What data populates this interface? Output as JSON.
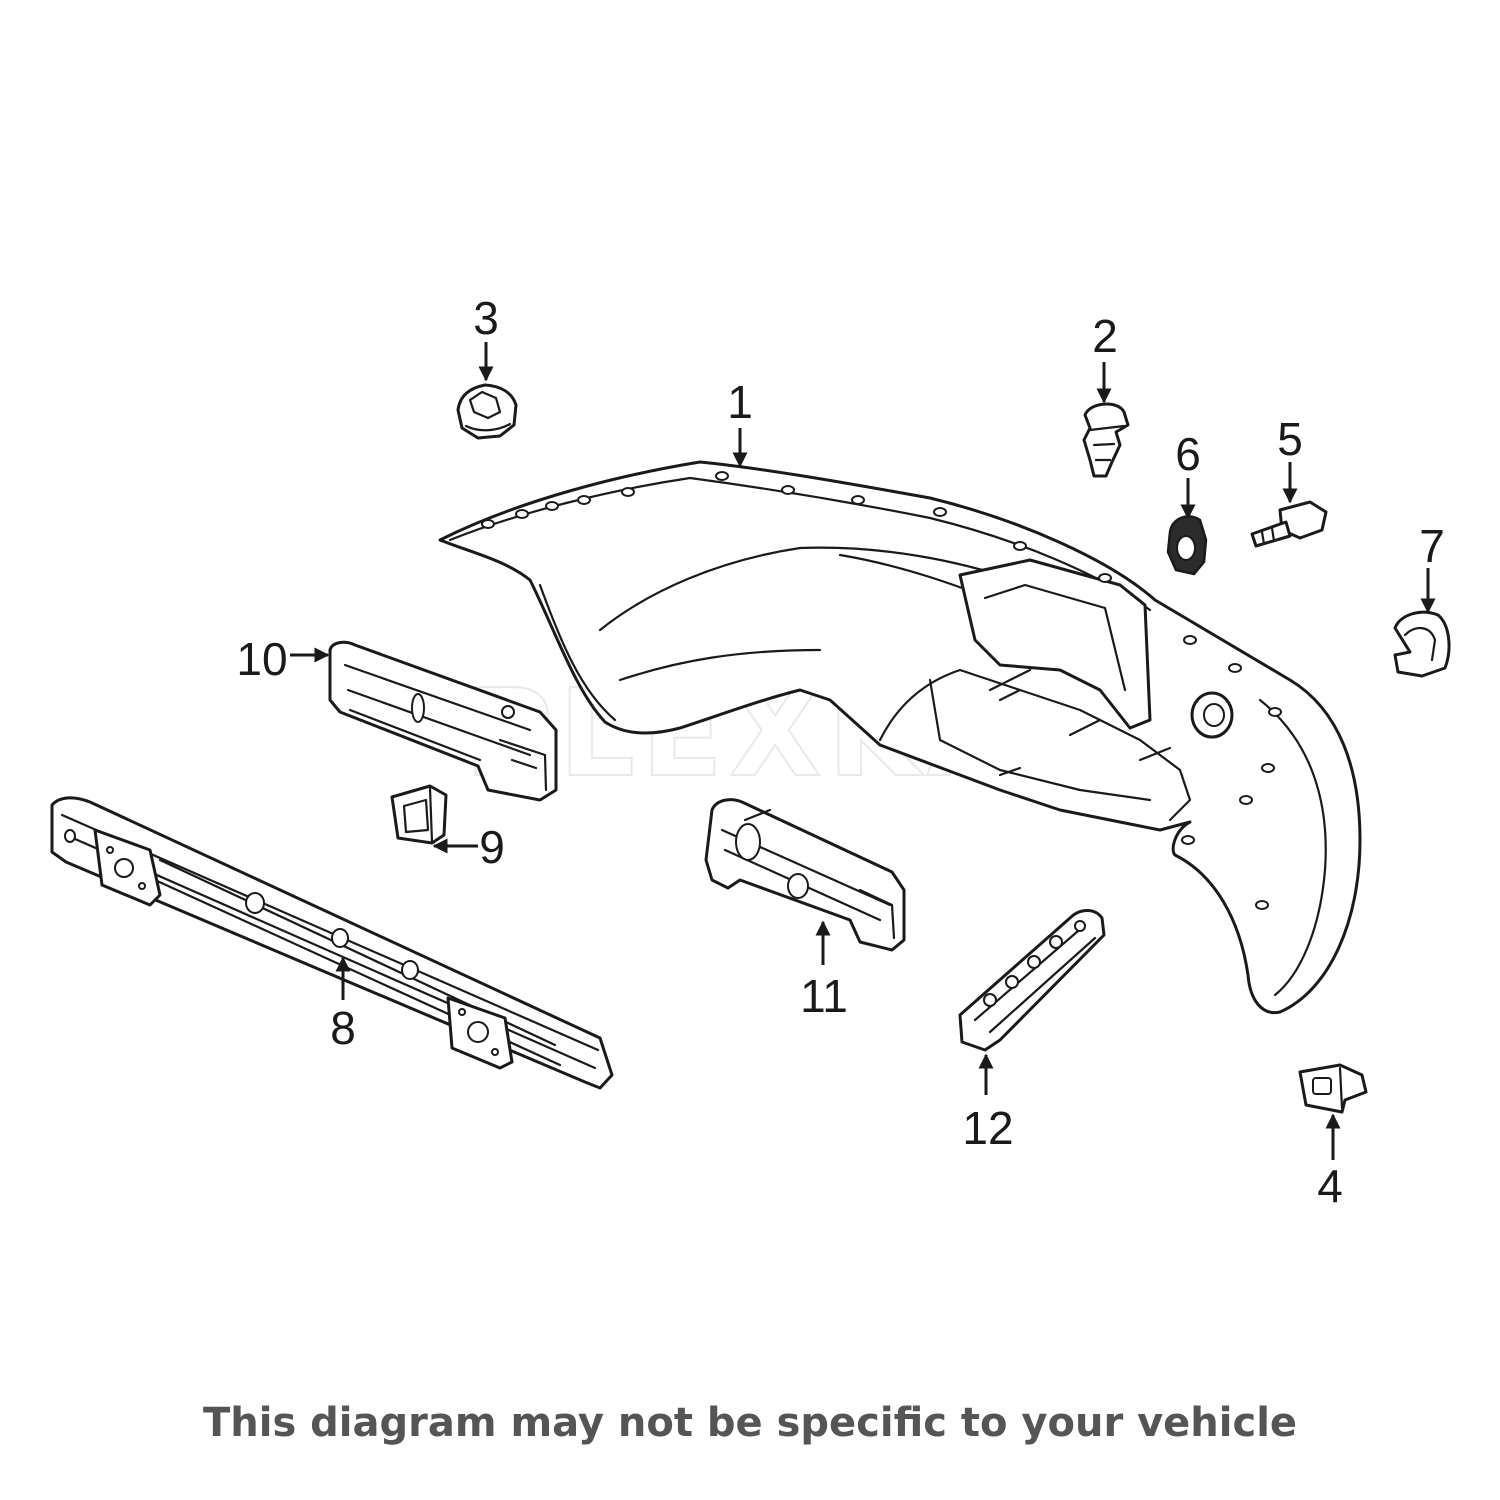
{
  "watermark": "PLEXKA",
  "callouts": {
    "c1": "1",
    "c2": "2",
    "c3": "3",
    "c4": "4",
    "c5": "5",
    "c6": "6",
    "c7": "7",
    "c8": "8",
    "c9": "9",
    "c10": "10",
    "c11": "11",
    "c12": "12"
  },
  "disclaimer": "This diagram may not be specific to your vehicle",
  "colors": {
    "line": "#1a1a1a",
    "disclaimer": "#555555",
    "background": "#ffffff"
  }
}
